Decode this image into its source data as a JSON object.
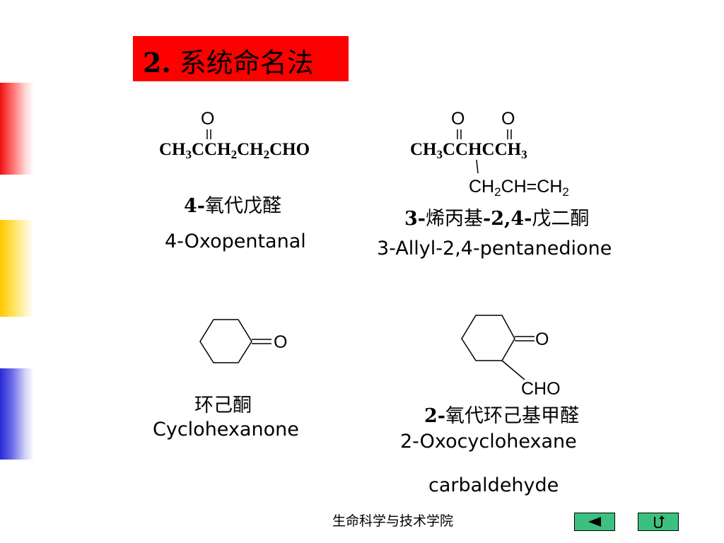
{
  "title": {
    "number": "2.",
    "text": "系统命名法"
  },
  "compounds": [
    {
      "oxygen": "O",
      "formula": [
        "CH",
        "3",
        "CCH",
        "2",
        "CH",
        "2",
        "CHO"
      ],
      "cn_prefix": "4-",
      "cn_name": "氧代戊醛",
      "en_name": "4-Oxopentanal"
    },
    {
      "oxygen_1": "O",
      "oxygen_2": "O",
      "formula": [
        "CH",
        "3",
        "CCHCCH",
        "3"
      ],
      "branch": [
        "CH",
        "2",
        "CH=CH",
        "2"
      ],
      "cn_prefix": "3-",
      "cn_mid1": "烯丙基",
      "cn_num": "-2,4-",
      "cn_mid2": "戊二酮",
      "en_name": "3-Allyl-2,4-pentanedione"
    },
    {
      "oxygen": "O",
      "cn_name": "环己酮",
      "en_name": "Cyclohexanone"
    },
    {
      "oxygen": "O",
      "substituent": "CHO",
      "cn_prefix": "2-",
      "cn_name": "氧代环己基甲醛",
      "en_name_line1": "2-Oxocyclohexane",
      "en_name_line2": "carbaldehyde"
    }
  ],
  "footer": {
    "text": "生命科学与技术学院"
  },
  "nav": {
    "prev_icon": "triangle-left-icon",
    "return_icon": "return-arrow-icon"
  },
  "colors": {
    "title_bg": "#ff0000",
    "nav_bg": "#3cc080",
    "bar_red": "#ee1111",
    "bar_yellow": "#ffc800",
    "bar_blue": "#2a2ad6"
  }
}
